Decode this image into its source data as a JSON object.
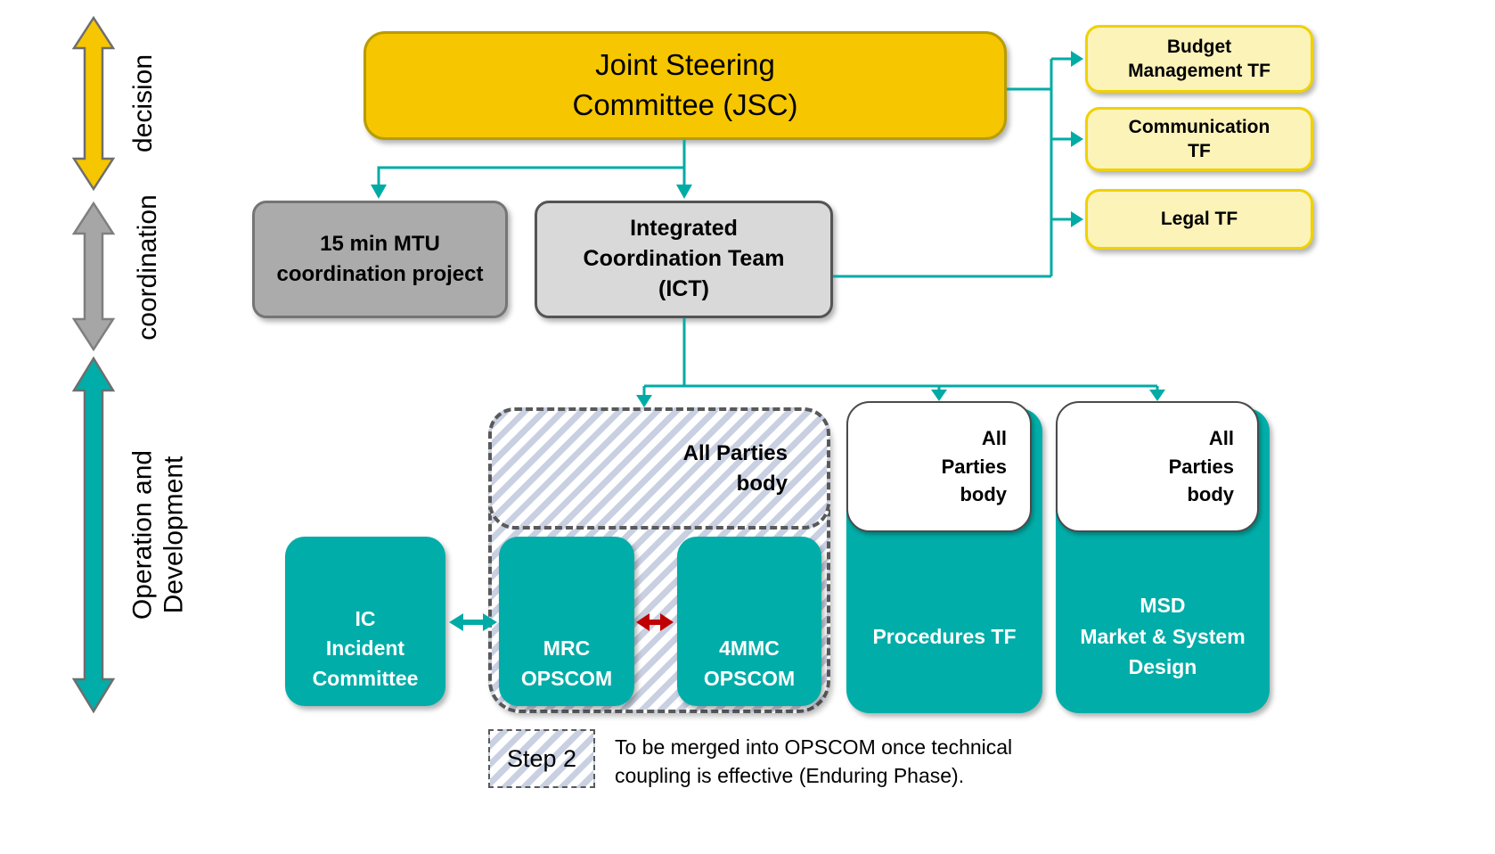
{
  "colors": {
    "teal": "#00ADA8",
    "teal_line": "#00ABA6",
    "red": "#C00000",
    "jsc_fill": "#F6C600",
    "jsc_border": "#B89C00",
    "tf_fill": "#FCF3B9",
    "tf_border": "#EFD200",
    "gray_fill": "#ABABAB",
    "gray_border": "#757575",
    "ict_fill": "#D9D9D9",
    "ict_border": "#545454",
    "hatch_stripe": "#C9D0E2",
    "dash_border": "#595959",
    "arrow_gray": "#A6A6A6",
    "outline_gray": "#6E6E6E"
  },
  "left_rail": {
    "bands": [
      {
        "id": "decision",
        "label": "decision"
      },
      {
        "id": "coordination",
        "label": "coordination"
      },
      {
        "id": "operation",
        "label": "Operation and\nDevelopment"
      }
    ]
  },
  "nodes": {
    "jsc": {
      "label": "Joint Steering\nCommittee (JSC)"
    },
    "budget_tf": {
      "label": "Budget\nManagement TF"
    },
    "communication_tf": {
      "label": "Communication\nTF"
    },
    "legal_tf": {
      "label": "Legal TF"
    },
    "mtu_project": {
      "label": "15 min MTU\ncoordination project"
    },
    "ict": {
      "label": "Integrated\nCoordination Team\n(ICT)"
    },
    "all_parties_hatched": {
      "label": "All Parties\nbody"
    },
    "incident_committee": {
      "label": "IC\nIncident\nCommittee"
    },
    "mrc_opscom": {
      "label": "MRC\nOPSCOM"
    },
    "fourmmc_opscom": {
      "label": "4MMC\nOPSCOM"
    },
    "procedures_tf": {
      "all_parties": "All\nParties\nbody",
      "label": "Procedures TF"
    },
    "msd": {
      "all_parties": "All\nParties\nbody",
      "label": "MSD\nMarket & System\nDesign"
    }
  },
  "legend": {
    "step_label": "Step 2",
    "caption": "To be merged into OPSCOM once technical\ncoupling is effective (Enduring Phase)."
  }
}
